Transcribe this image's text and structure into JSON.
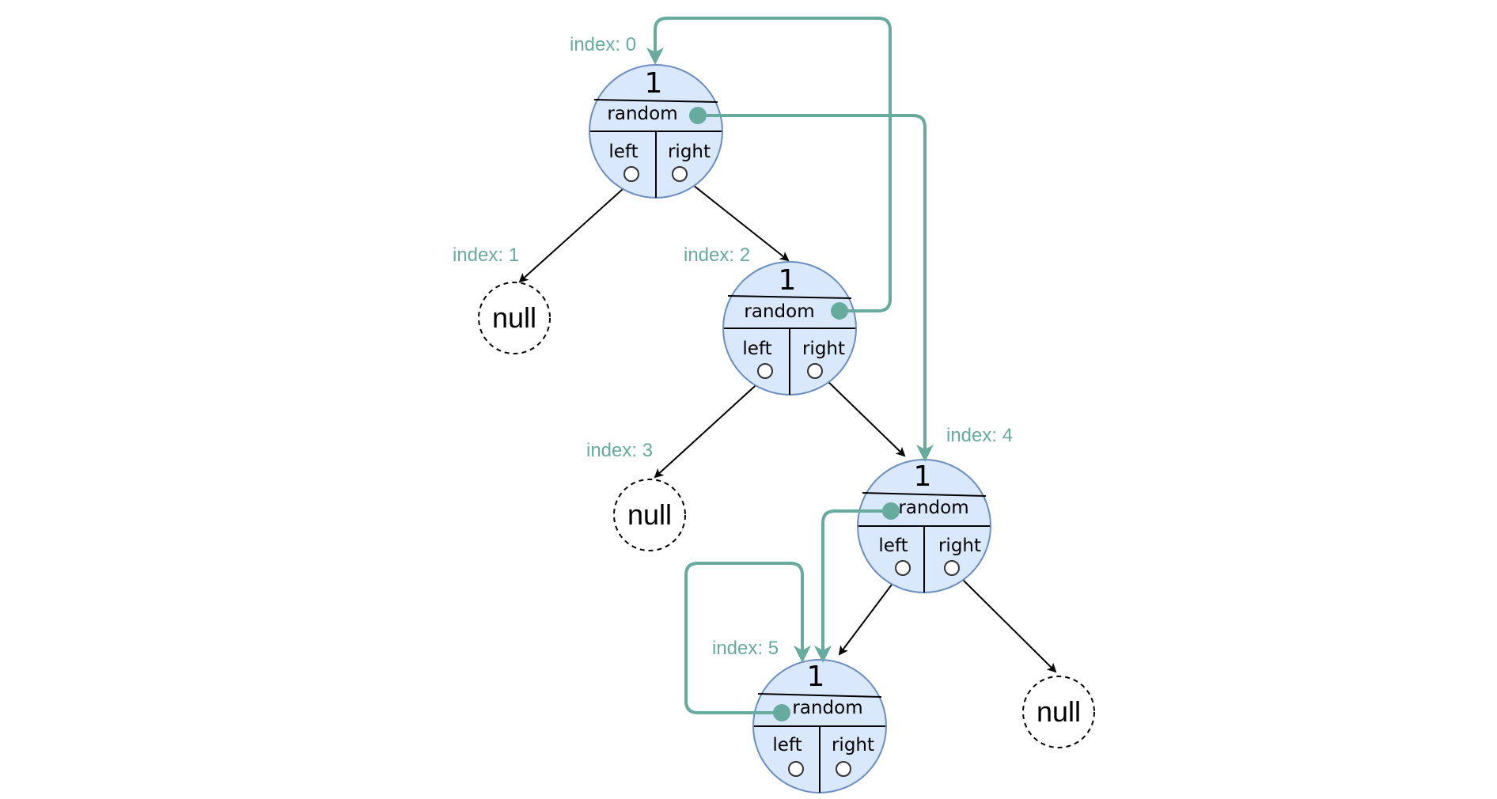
{
  "colors": {
    "node_fill": "#dae8fc",
    "node_stroke": "#6c8ebf",
    "random_pointer": "#67ab9f",
    "index_label": "#67ab9f",
    "child_edge": "#000000"
  },
  "nodes": [
    {
      "index_label": "index: 0",
      "value": "1",
      "random_label": "random",
      "left_label": "left",
      "right_label": "right"
    },
    {
      "index_label": "index: 2",
      "value": "1",
      "random_label": "random",
      "left_label": "left",
      "right_label": "right"
    },
    {
      "index_label": "index: 4",
      "value": "1",
      "random_label": "random",
      "left_label": "left",
      "right_label": "right"
    },
    {
      "index_label": "index: 5",
      "value": "1",
      "random_label": "random",
      "left_label": "left",
      "right_label": "right"
    }
  ],
  "null_nodes": [
    {
      "index_label": "index: 1",
      "text": "null"
    },
    {
      "index_label": "index: 3",
      "text": "null"
    },
    {
      "text": "null"
    }
  ]
}
